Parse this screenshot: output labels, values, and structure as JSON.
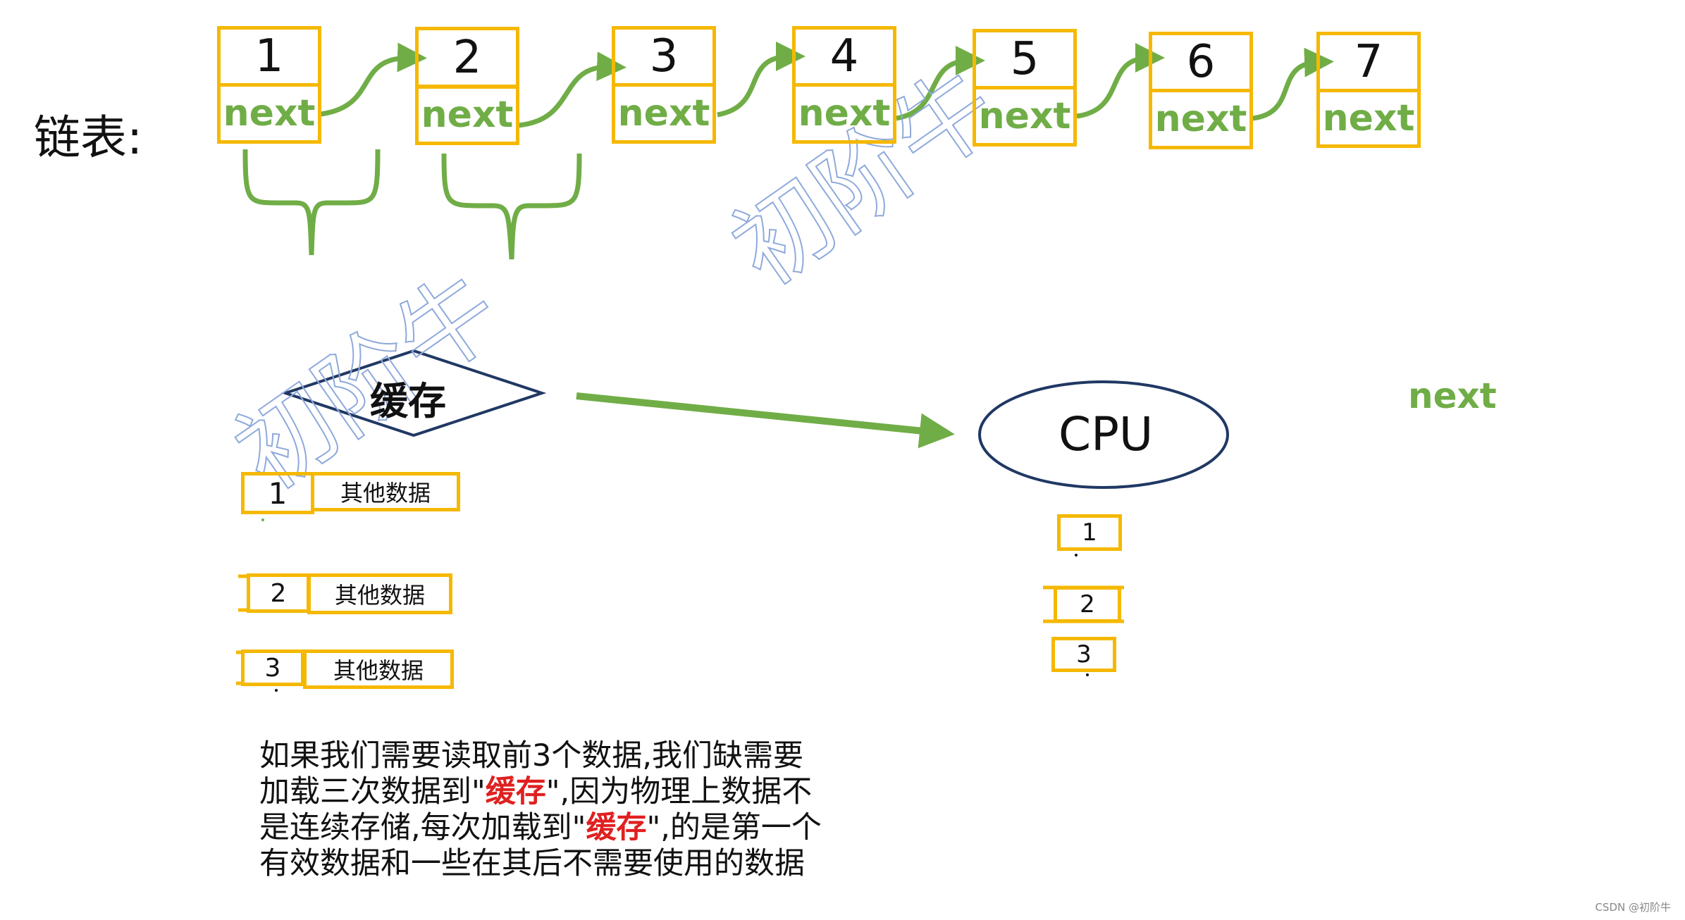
{
  "title": "链表:",
  "nodes": [
    {
      "num": "1",
      "next": "next"
    },
    {
      "num": "2",
      "next": "next"
    },
    {
      "num": "3",
      "next": "next"
    },
    {
      "num": "4",
      "next": "next"
    },
    {
      "num": "5",
      "next": "next"
    },
    {
      "num": "6",
      "next": "next"
    },
    {
      "num": "7",
      "next": "next"
    }
  ],
  "cache": {
    "label": "缓存"
  },
  "cpu": {
    "label": "CPU"
  },
  "cache_rows": [
    {
      "num": "1",
      "data": "其他数据"
    },
    {
      "num": "2",
      "data": "其他数据"
    },
    {
      "num": "3",
      "data": "其他数据"
    }
  ],
  "cpu_items": [
    "1",
    "2",
    "3"
  ],
  "stray_next": "next",
  "paragraph": {
    "line1": "如果我们需要读取前3个数据,我们缺需要",
    "line2_a": "加载三次数据到\"",
    "line2_em": "缓存",
    "line2_b": "\",因为物理上数据不",
    "line3_a": "是连续存储,每次加载到\"",
    "line3_em": "缓存",
    "line3_b": "\",的是第一个",
    "line4": "有效数据和一些在其后不需要使用的数据"
  },
  "watermark": "初阶牛",
  "footer": "CSDN @初阶牛",
  "colors": {
    "node_border": "#F5B800",
    "green": "#70AD47",
    "navy": "#203864",
    "red": "#E02020",
    "watermark": "#8EA9DB"
  }
}
